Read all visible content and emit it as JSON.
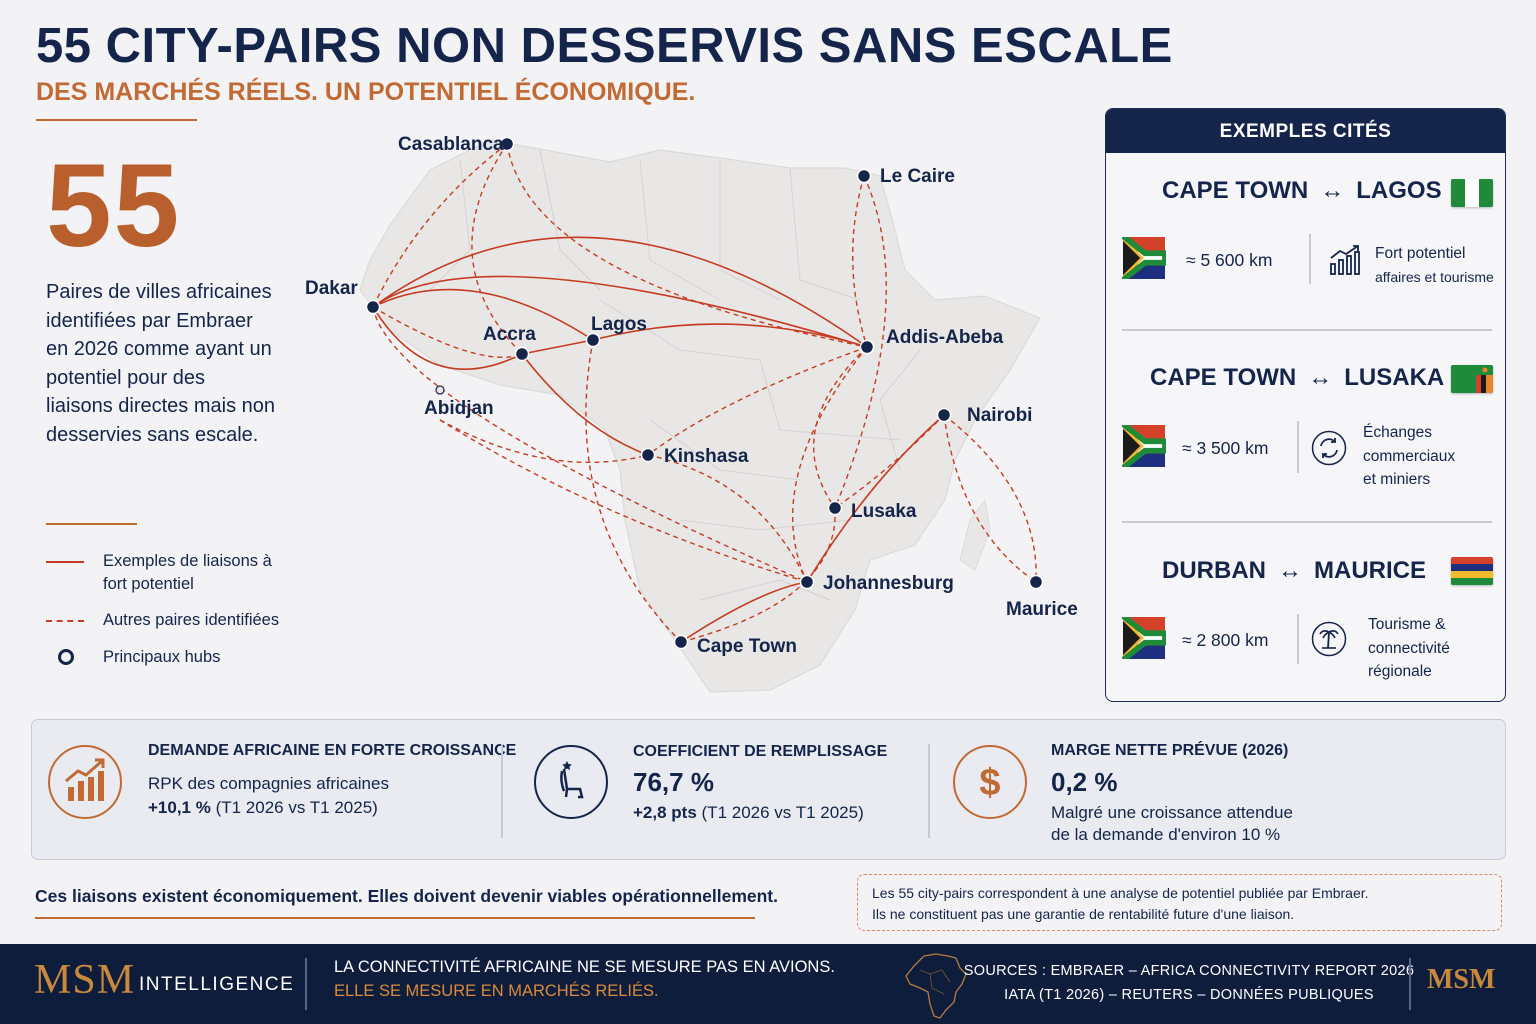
{
  "header": {
    "title": "55 CITY-PAIRS NON DESSERVIS SANS ESCALE",
    "subtitle": "DES MARCHÉS RÉELS. UN POTENTIEL ÉCONOMIQUE."
  },
  "summary": {
    "number": "55",
    "description": "Paires de villes africaines identifiées par Embraer en 2026 comme ayant un potentiel pour des liaisons directes mais non desservies sans escale."
  },
  "legend": {
    "strong": "Exemples de liaisons à fort potentiel",
    "other": "Autres paires identifiées",
    "hubs": "Principaux hubs"
  },
  "map": {
    "cities": {
      "casablanca": "Casablanca",
      "le_caire": "Le Caire",
      "dakar": "Dakar",
      "accra": "Accra",
      "lagos": "Lagos",
      "abidjan": "Abidjan",
      "addis": "Addis-Abeba",
      "nairobi": "Nairobi",
      "kinshasa": "Kinshasa",
      "lusaka": "Lusaka",
      "johannesburg": "Johannesburg",
      "cape_town": "Cape Town",
      "maurice": "Maurice"
    }
  },
  "examples": {
    "header": "EXEMPLES CITÉS",
    "routes": [
      {
        "from": "CAPE TOWN",
        "to": "LAGOS",
        "distance": "≈ 5 600 km",
        "note_line1": "Fort potentiel",
        "note_line2": "affaires et tourisme",
        "icon": "growth-chart-icon"
      },
      {
        "from": "CAPE TOWN",
        "to": "LUSAKA",
        "distance": "≈ 3 500 km",
        "note_line1": "Échanges",
        "note_line2": "commerciaux",
        "note_line3": "et miniers",
        "icon": "exchange-icon"
      },
      {
        "from": "DURBAN",
        "to": "MAURICE",
        "distance": "≈ 2 800 km",
        "note_line1": "Tourisme &",
        "note_line2": "connectivité",
        "note_line3": "régionale",
        "icon": "palm-tree-icon"
      }
    ]
  },
  "stats": [
    {
      "heading": "DEMANDE AFRICAINE EN FORTE CROISSANCE",
      "line1": "RPK des compagnies africaines",
      "bold": "+10,1 %",
      "line2_rest": " (T1 2026 vs T1 2025)",
      "icon": "bar-chart-icon"
    },
    {
      "heading": "COEFFICIENT DE REMPLISSAGE",
      "value": "76,7 %",
      "bold": "+2,8 pts",
      "line2_rest": " (T1 2026 vs T1 2025)",
      "icon": "seat-icon"
    },
    {
      "heading": "MARGE NETTE PRÉVUE (2026)",
      "value": "0,2 %",
      "line1": "Malgré une croissance attendue",
      "line2": "de la demande d'environ 10 %",
      "icon": "dollar-icon"
    }
  ],
  "tagline": "Ces liaisons existent économiquement. Elles doivent devenir viables opérationnellement.",
  "disclaimer": {
    "line1": "Les 55 city-pairs correspondent à une analyse de potentiel publiée par Embraer.",
    "line2": "Ils ne constituent pas une garantie de rentabilité future d'une liaison."
  },
  "footer": {
    "brand": "MSM",
    "brand_sub": "INTELLIGENCE",
    "line1": "LA CONNECTIVITÉ AFRICAINE NE SE MESURE PAS EN AVIONS.",
    "line2": "ELLE SE MESURE EN MARCHÉS RELIÉS.",
    "sources_line1": "SOURCES : EMBRAER – AFRICA CONNECTIVITY REPORT 2026",
    "sources_line2": "IATA (T1 2026) – REUTERS – DONNÉES PUBLIQUES",
    "brand_small": "MSM"
  },
  "colors": {
    "navy": "#14244a",
    "accent": "#c26a34",
    "route": "#c63b21"
  }
}
